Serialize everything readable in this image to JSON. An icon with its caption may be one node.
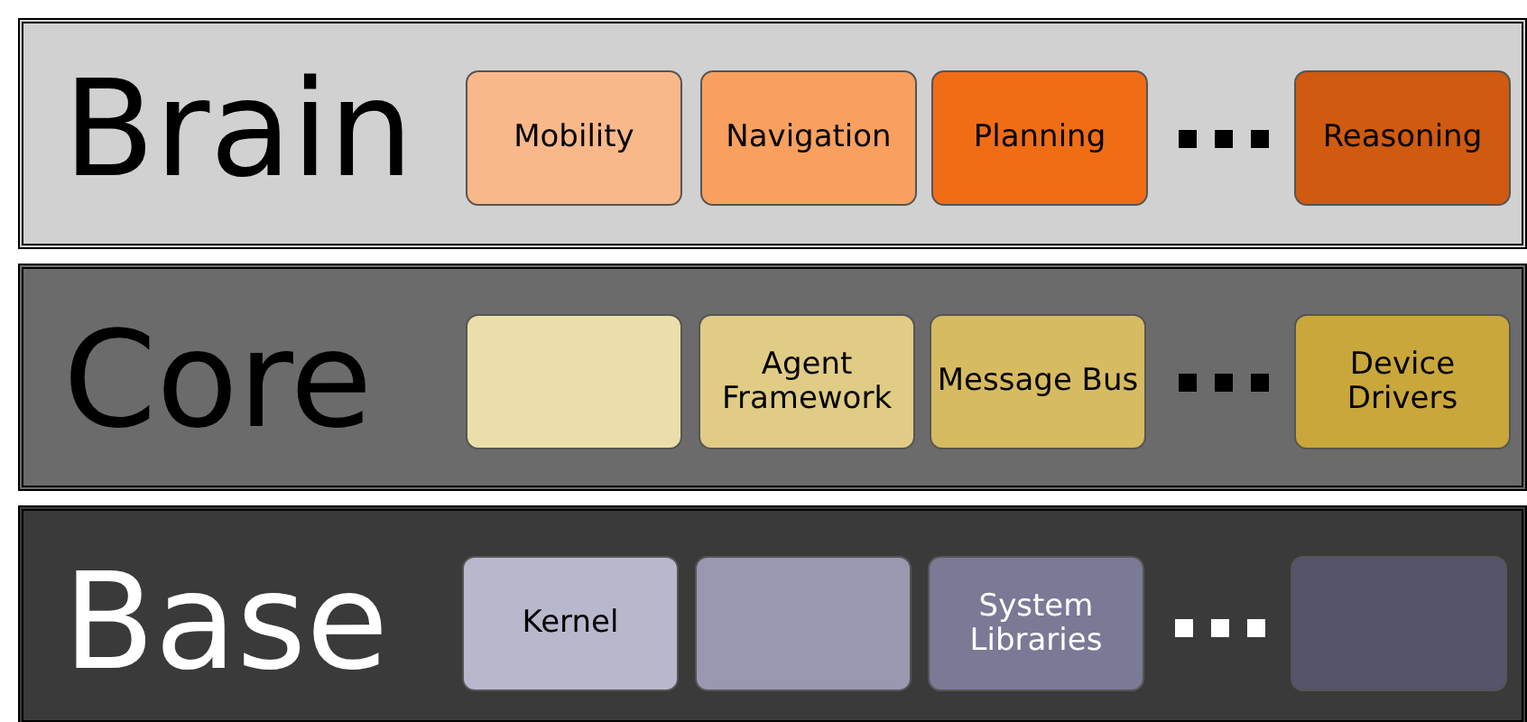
{
  "diagram": {
    "nodes": [
      {
        "text": [
          "Brain"
        ]
      },
      {
        "text": [
          "Mobility"
        ],
        "in": 0
      },
      {
        "text": [
          "Navigation"
        ],
        "in": 0
      },
      {
        "text": [
          "Planning"
        ],
        "in": 0
      },
      {
        "text": [
          "Reasoning"
        ],
        "in": 0
      },
      {
        "text": [
          "Core"
        ]
      },
      {
        "text": [],
        "shape": "box",
        "in": 5
      },
      {
        "text": [
          "Agent Framework"
        ],
        "in": 5
      },
      {
        "text": [
          "Message Bus"
        ],
        "in": 5
      },
      {
        "text": [
          "Device Drivers"
        ],
        "in": 5
      },
      {
        "text": [
          "Base"
        ]
      },
      {
        "text": [
          "Kernel"
        ],
        "in": 10
      },
      {
        "text": [],
        "shape": "box",
        "in": 10
      },
      {
        "text": [
          "System Libraries"
        ],
        "in": 10
      },
      {
        "text": [],
        "shape": "box",
        "in": 10
      }
    ],
    "edges": []
  }
}
